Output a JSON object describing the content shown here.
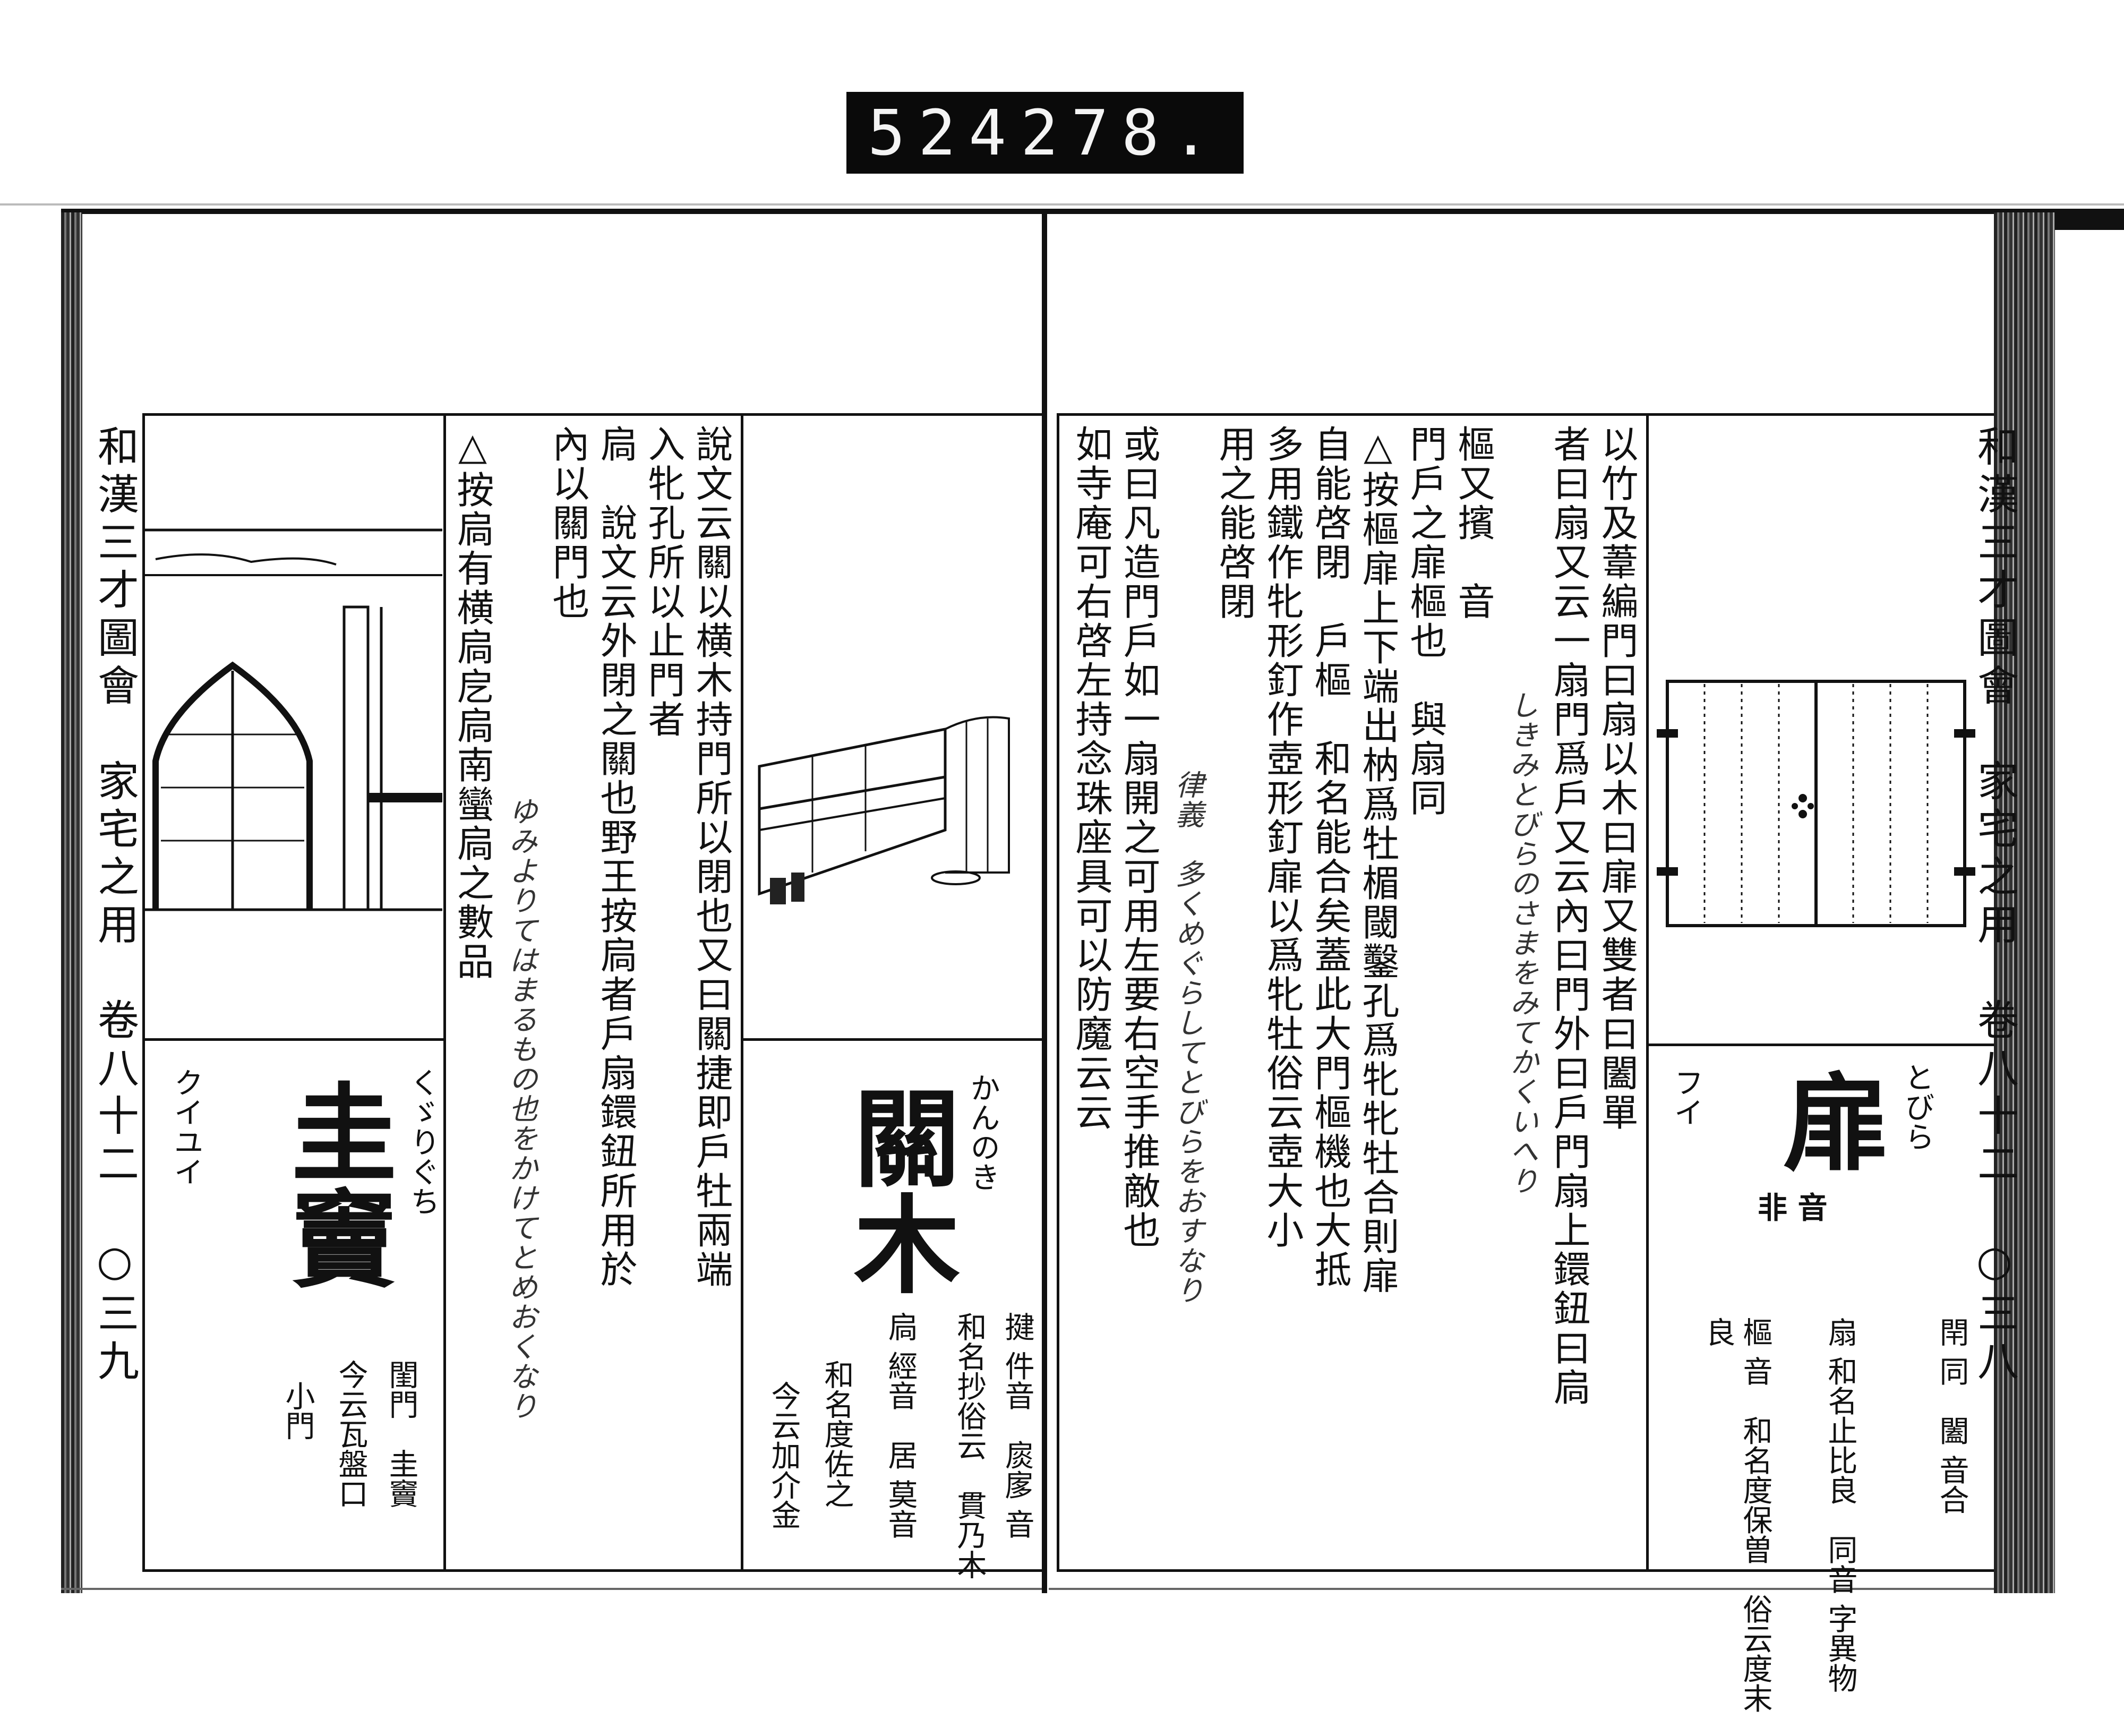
{
  "scan_label": {
    "left": "524",
    "right": "278."
  },
  "left_page": {
    "margin_title": "和漢三才圖會　家宅之用　卷八十二　○三九",
    "keido": {
      "title": "圭竇",
      "reading": "くゞりぐち",
      "on_reading": "クイユイ",
      "notes": [
        "閨門　圭竇",
        "今云瓦盤口",
        "小門"
      ]
    },
    "kannoki": {
      "title": "關木",
      "reading": "かんのき",
      "notes": [
        "揵 件音　扊扅 音",
        "和名抄俗云　貫乃木",
        "扃 經音　居 莫音",
        "和名度佐之",
        "今云加介金"
      ]
    },
    "text_columns": [
      "說文云關以横木持門所以閉也又曰關捷即戶牡兩端",
      "入牝孔所以止門者",
      "扃　說文云外閉之關也野王按扃者戶扇鐶鈕所用於",
      "內以關門也",
      "△按扃有横扃戹扃南蠻扃之數品"
    ],
    "cursive_note": "ゆみよりてはまるもの也をかけてとめおくなり"
  },
  "right_page": {
    "margin_title": "和漢三才圖會　家宅之用　卷八十二　○三八",
    "tobira": {
      "title": "扉",
      "reading": "とびら",
      "sound": "非 音",
      "on_reading": "フイ",
      "notes": [
        "閈 同　闔 音合",
        "扇 和名止比良　同音 字異物",
        "樞 音　和名度保曽　俗云度末良"
      ]
    },
    "text_columns": [
      "以竹及葦編門曰扇以木曰扉又雙者曰闔單",
      "者曰扇又云一扇門爲戶又云內曰門外曰戶門扇上鐶鈕曰扃",
      "樞又擯　音",
      "門戶之扉樞也　與扇同",
      "△按樞扉上下端出枘爲牡楣閾鑿孔爲牝牝牡合則扉",
      "自能啓閉　戶樞　和名能合矣蓋此大門樞機也大抵",
      "多用鐵作牝形釘作壺形釘扉以爲牝牡俗云壺大小",
      "用之能啓閉",
      "或曰凡造門戶如一扇開之可用左要右空手推敵也",
      "如寺庵可右啓左持念珠座具可以防魔云云"
    ],
    "cursive_notes": [
      "しきみとびらのさまをみてかくいへり",
      "律義　多くめぐらしてとびらをおすなり"
    ]
  }
}
